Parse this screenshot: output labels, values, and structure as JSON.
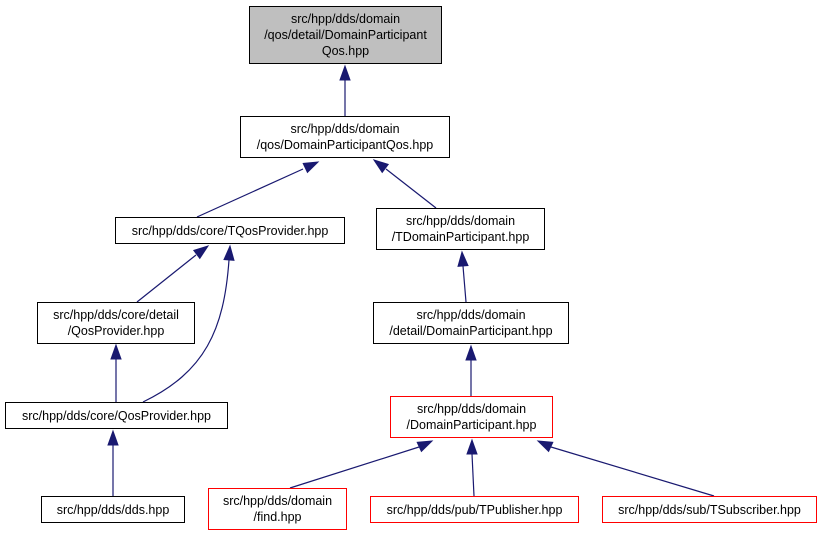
{
  "colors": {
    "edge": "#191970",
    "root_fill": "#bfbfbf",
    "node_border": "#000000",
    "truncated_border": "#ff0000"
  },
  "nodes": {
    "root": {
      "lines": [
        "src/hpp/dds/domain",
        "/qos/detail/DomainParticipant",
        "Qos.hpp"
      ]
    },
    "qos": {
      "lines": [
        "src/hpp/dds/domain",
        "/qos/DomainParticipantQos.hpp"
      ]
    },
    "tqos": {
      "lines": [
        "src/hpp/dds/core/TQosProvider.hpp"
      ]
    },
    "tdp": {
      "lines": [
        "src/hpp/dds/domain",
        "/TDomainParticipant.hpp"
      ]
    },
    "coredetail": {
      "lines": [
        "src/hpp/dds/core/detail",
        "/QosProvider.hpp"
      ]
    },
    "dpdetail": {
      "lines": [
        "src/hpp/dds/domain",
        "/detail/DomainParticipant.hpp"
      ]
    },
    "coreqos": {
      "lines": [
        "src/hpp/dds/core/QosProvider.hpp"
      ]
    },
    "dp": {
      "lines": [
        "src/hpp/dds/domain",
        "/DomainParticipant.hpp"
      ]
    },
    "dds": {
      "lines": [
        "src/hpp/dds/dds.hpp"
      ]
    },
    "find": {
      "lines": [
        "src/hpp/dds/domain",
        "/find.hpp"
      ]
    },
    "tpub": {
      "lines": [
        "src/hpp/dds/pub/TPublisher.hpp"
      ]
    },
    "tsub": {
      "lines": [
        "src/hpp/dds/sub/TSubscriber.hpp"
      ]
    }
  },
  "edges": [
    [
      "qos",
      "root"
    ],
    [
      "tqos",
      "qos"
    ],
    [
      "tdp",
      "qos"
    ],
    [
      "coredetail",
      "tqos"
    ],
    [
      "coreqos",
      "tqos"
    ],
    [
      "coreqos",
      "coredetail"
    ],
    [
      "dds",
      "coreqos"
    ],
    [
      "dpdetail",
      "tdp"
    ],
    [
      "dp",
      "dpdetail"
    ],
    [
      "find",
      "dp"
    ],
    [
      "tpub",
      "dp"
    ],
    [
      "tsub",
      "dp"
    ]
  ]
}
